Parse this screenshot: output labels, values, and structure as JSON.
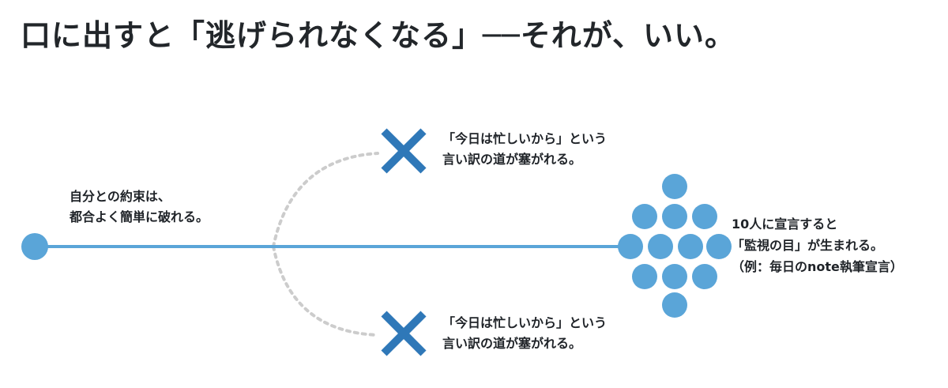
{
  "title": "口に出すと「逃げられなくなる」──それが、いい。",
  "labels": {
    "self_promise": [
      "自分との約束は、",
      "都合よく簡単に破れる。"
    ],
    "excuse_top": [
      "「今日は忙しいから」という",
      "言い訳の道が塞がれる。"
    ],
    "excuse_bottom": [
      "「今日は忙しいから」という",
      "言い訳の道が塞がれる。"
    ],
    "declare": [
      "10人に宣言すると",
      "「監視の目」が生まれる。",
      "（例：毎日のnote執筆宣言）"
    ]
  },
  "colors": {
    "accent": "#5aa5d8",
    "cross": "#2f78b8",
    "dotted": "#cccccc",
    "text": "#1f2328"
  },
  "icons": {
    "start": "start-circle",
    "block": "cross-icon",
    "crowd": "crowd-circles-icon"
  }
}
